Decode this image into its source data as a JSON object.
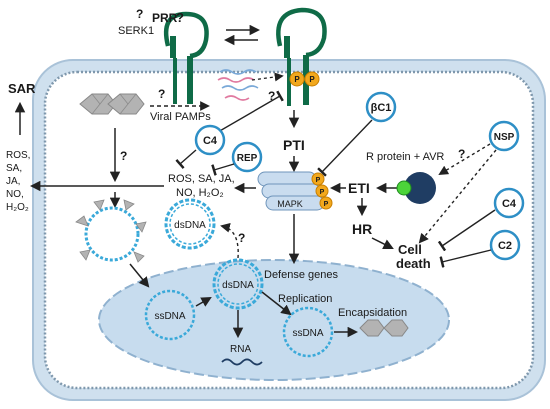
{
  "labels": {
    "prr": "PRR",
    "serk1": "SERK1",
    "q": "?",
    "sar": "SAR",
    "viral_pamps": "Viral PAMPs",
    "pti": "PTI",
    "eti": "ETI",
    "hr": "HR",
    "cell_death_1": "Cell",
    "cell_death_2": "death",
    "r_protein_avr": "R protein + AVR",
    "mapk": "MAPK",
    "p": "P",
    "defense_genes": "Defense genes",
    "replication": "Replication",
    "encapsidation": "Encapsidation",
    "rna": "RNA",
    "dsdna": "dsDNA",
    "ssdna": "ssDNA",
    "ros_center_1": "ROS, SA, JA,",
    "ros_center_2": "NO, H₂O₂",
    "ros_left": [
      "ROS,",
      "SA,",
      "JA,",
      "NO,",
      "H₂O₂"
    ]
  },
  "proteins": {
    "c4": "C4",
    "rep": "REP",
    "bc1": "βC1",
    "nsp": "NSP",
    "c2": "C2"
  },
  "colors": {
    "cell_wall": "#cfe0ee",
    "membrane": "#7f98ad",
    "nucleus": "#c7dcee",
    "receptor": "#0f6b47",
    "phospho": "#f2a81d",
    "dna": "#3aa9d9",
    "protein_ring": "#2e8fc6",
    "r_protein": "#1f3d63",
    "avr": "#4cd43a",
    "virus": "#a9a9a9"
  }
}
